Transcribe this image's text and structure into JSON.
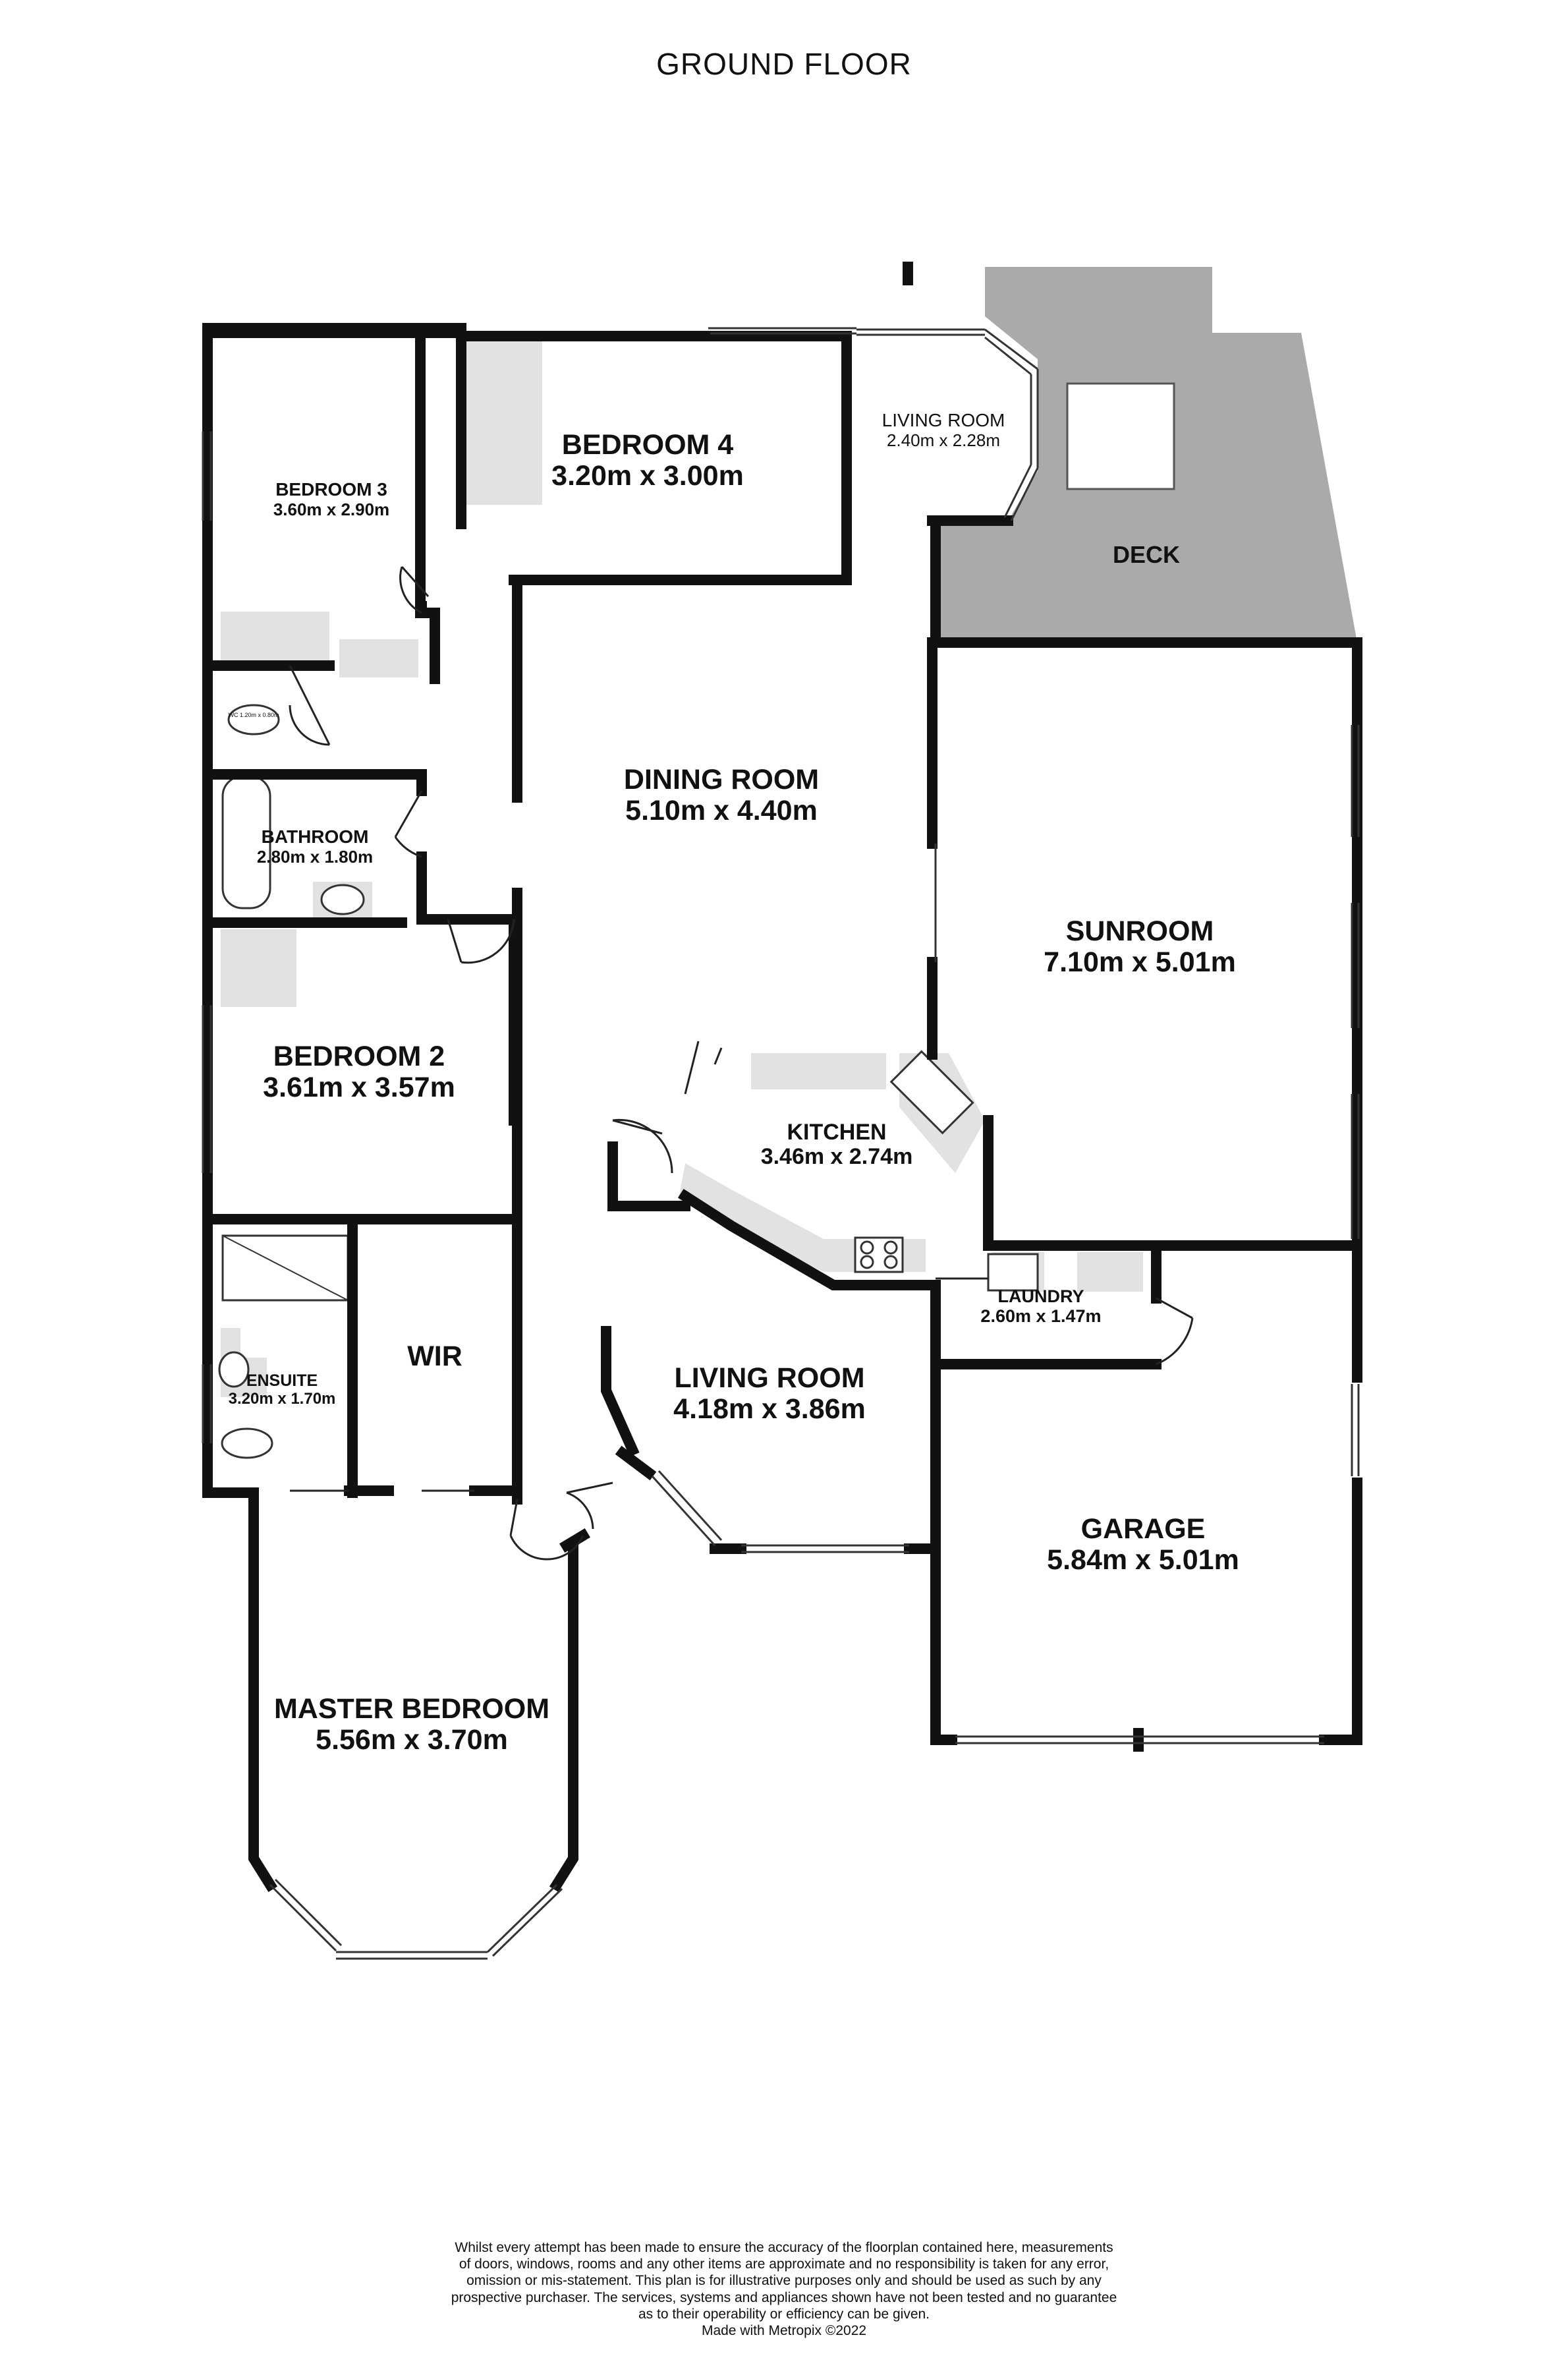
{
  "title": "GROUND FLOOR",
  "rooms": [
    {
      "name": "BEDROOM 4",
      "dims": "3.20m  x 3.00m"
    },
    {
      "name": "BEDROOM 3",
      "dims": "3.60m  x 2.90m"
    },
    {
      "name": "LIVING ROOM",
      "dims": "2.40m  x 2.28m"
    },
    {
      "name": "DECK",
      "dims": ""
    },
    {
      "name": "DINING ROOM",
      "dims": "5.10m  x 4.40m"
    },
    {
      "name": "BATHROOM",
      "dims": "2.80m  x 1.80m"
    },
    {
      "name": "SUNROOM",
      "dims": "7.10m  x 5.01m"
    },
    {
      "name": "BEDROOM 2",
      "dims": "3.61m  x 3.57m"
    },
    {
      "name": "KITCHEN",
      "dims": "3.46m  x 2.74m"
    },
    {
      "name": "WIR",
      "dims": ""
    },
    {
      "name": "LAUNDRY",
      "dims": "2.60m  x 1.47m"
    },
    {
      "name": "LIVING ROOM",
      "dims": "4.18m  x 3.86m"
    },
    {
      "name": "ENSUITE",
      "dims": "3.20m  x 1.70m"
    },
    {
      "name": "GARAGE",
      "dims": "5.84m  x 5.01m"
    },
    {
      "name": "MASTER BEDROOM",
      "dims": "5.56m  x 3.70m"
    }
  ],
  "wc": {
    "name": "WC",
    "dims": "1.20m x 0.80m"
  },
  "disclaimer": [
    "Whilst every attempt has been made to ensure the accuracy of the floorplan contained here, measurements",
    "of doors, windows, rooms and any other items are approximate and no responsibility is taken for any error,",
    "omission or mis-statement. This plan is for illustrative purposes only and should be used as such by any",
    "prospective purchaser. The services, systems and appliances shown have not been tested and no guarantee",
    "as to their operability or efficiency can be given.",
    "Made with Metropix ©2022"
  ],
  "colors": {
    "wall": "#111111",
    "deck": "#aaaaaa",
    "fixture": "#e2e2e2",
    "background": "#ffffff"
  }
}
